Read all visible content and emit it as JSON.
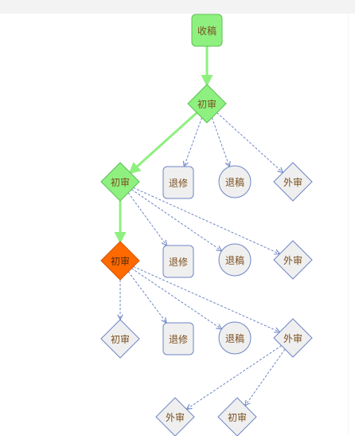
{
  "flow": {
    "nodes": [
      {
        "id": "n_start",
        "label": "收稿",
        "shape": "rounded-rect",
        "state": "done"
      },
      {
        "id": "n_r1",
        "label": "初审",
        "shape": "diamond",
        "state": "done"
      },
      {
        "id": "n_r2",
        "label": "初审",
        "shape": "diamond",
        "state": "done"
      },
      {
        "id": "n_r2_revise",
        "label": "退修",
        "shape": "rounded-rect",
        "state": "pending"
      },
      {
        "id": "n_r2_reject",
        "label": "退稿",
        "shape": "circle",
        "state": "pending"
      },
      {
        "id": "n_r2_ext",
        "label": "外审",
        "shape": "diamond",
        "state": "pending"
      },
      {
        "id": "n_r3",
        "label": "初审",
        "shape": "diamond",
        "state": "current"
      },
      {
        "id": "n_r3_revise",
        "label": "退修",
        "shape": "rounded-rect",
        "state": "pending"
      },
      {
        "id": "n_r3_reject",
        "label": "退稿",
        "shape": "circle",
        "state": "pending"
      },
      {
        "id": "n_r3_ext",
        "label": "外审",
        "shape": "diamond",
        "state": "pending"
      },
      {
        "id": "n_r4",
        "label": "初审",
        "shape": "diamond",
        "state": "pending"
      },
      {
        "id": "n_r4_revise",
        "label": "退修",
        "shape": "rounded-rect",
        "state": "pending"
      },
      {
        "id": "n_r4_reject",
        "label": "退稿",
        "shape": "circle",
        "state": "pending"
      },
      {
        "id": "n_r4_ext",
        "label": "外审",
        "shape": "diamond",
        "state": "pending"
      },
      {
        "id": "n_r5_ext",
        "label": "外审",
        "shape": "diamond",
        "state": "pending"
      },
      {
        "id": "n_r5_review",
        "label": "初审",
        "shape": "diamond",
        "state": "pending"
      }
    ],
    "edges": [
      {
        "from": "n_start",
        "to": "n_r1",
        "style": "taken"
      },
      {
        "from": "n_r1",
        "to": "n_r2",
        "style": "taken"
      },
      {
        "from": "n_r1",
        "to": "n_r2_revise",
        "style": "option"
      },
      {
        "from": "n_r1",
        "to": "n_r2_reject",
        "style": "option"
      },
      {
        "from": "n_r1",
        "to": "n_r2_ext",
        "style": "option"
      },
      {
        "from": "n_r2",
        "to": "n_r3",
        "style": "taken"
      },
      {
        "from": "n_r2",
        "to": "n_r3_revise",
        "style": "option"
      },
      {
        "from": "n_r2",
        "to": "n_r3_reject",
        "style": "option"
      },
      {
        "from": "n_r2",
        "to": "n_r3_ext",
        "style": "option"
      },
      {
        "from": "n_r3",
        "to": "n_r4",
        "style": "option"
      },
      {
        "from": "n_r3",
        "to": "n_r4_revise",
        "style": "option"
      },
      {
        "from": "n_r3",
        "to": "n_r4_reject",
        "style": "option"
      },
      {
        "from": "n_r3",
        "to": "n_r4_ext",
        "style": "option"
      },
      {
        "from": "n_r4_ext",
        "to": "n_r5_ext",
        "style": "option"
      },
      {
        "from": "n_r4_ext",
        "to": "n_r5_review",
        "style": "option"
      }
    ],
    "colors": {
      "done_fill": "#8ef07f",
      "done_stroke": "#5dbf54",
      "current_fill": "#ff6a00",
      "current_stroke": "#d45200",
      "pending_fill": "#efefef",
      "pending_stroke": "#6f86c6",
      "taken_edge": "#8ef07f",
      "option_edge": "#6f86c6",
      "label_text": "#7a4f1f",
      "label_text_current": "#5a2a0a"
    }
  }
}
